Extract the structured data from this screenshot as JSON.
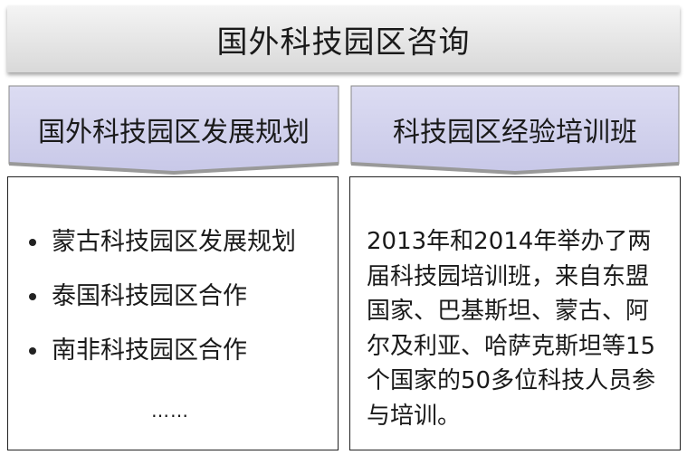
{
  "title": "国外科技园区咨询",
  "left_panel": {
    "heading": "国外科技园区发展规划",
    "items": [
      "蒙古科技园区发展规划",
      "泰国科技园区合作",
      "南非科技园区合作"
    ],
    "ellipsis": "……"
  },
  "right_panel": {
    "heading": "科技园区经验培训班",
    "text": "2013年和2014年举办了两届科技园培训班，来自东盟国家、巴基斯坦、蒙古、阿尔及利亚、哈萨克斯坦等15个国家的50多位科技人员参与培训。"
  },
  "colors": {
    "header_fill": "#d0d0ec",
    "title_fill": "#e6e6e6"
  }
}
